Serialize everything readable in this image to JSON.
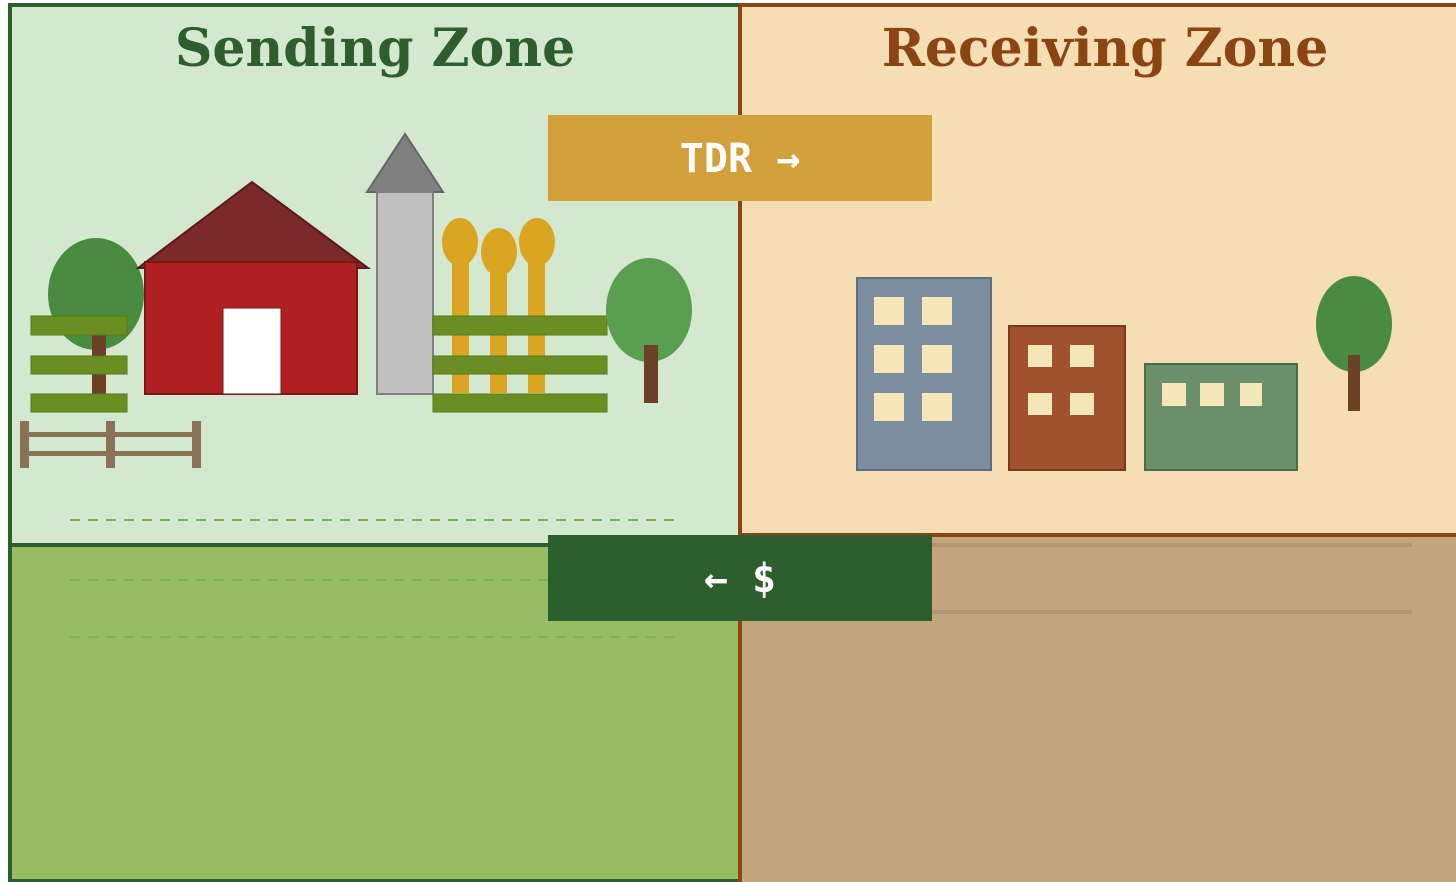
{
  "sending_zone": {
    "title": "Sending Zone"
  },
  "receiving_zone": {
    "title": "Receiving Zone"
  },
  "tdr_arrow": {
    "label": "TDR →"
  },
  "money_arrow": {
    "label": "← $"
  },
  "colors": {
    "sending_bg": "#d4e8d0",
    "sending_ground": "#98bc62",
    "sending_border": "#2e5e2e",
    "receiving_bg": "#f5deb3",
    "receiving_ground": "#c4a67e",
    "receiving_border": "#8b4513",
    "tdr_banner": "#d4a03c",
    "money_banner": "#2c5e2e",
    "barn": "#b02022",
    "barn_roof": "#7a2a28",
    "silo": "#c0c0c0",
    "silo_roof": "#808080",
    "crop": "#6b8e23",
    "wheat": "#daa520",
    "tree": "#4a8c3f",
    "fence": "#8b7355"
  }
}
